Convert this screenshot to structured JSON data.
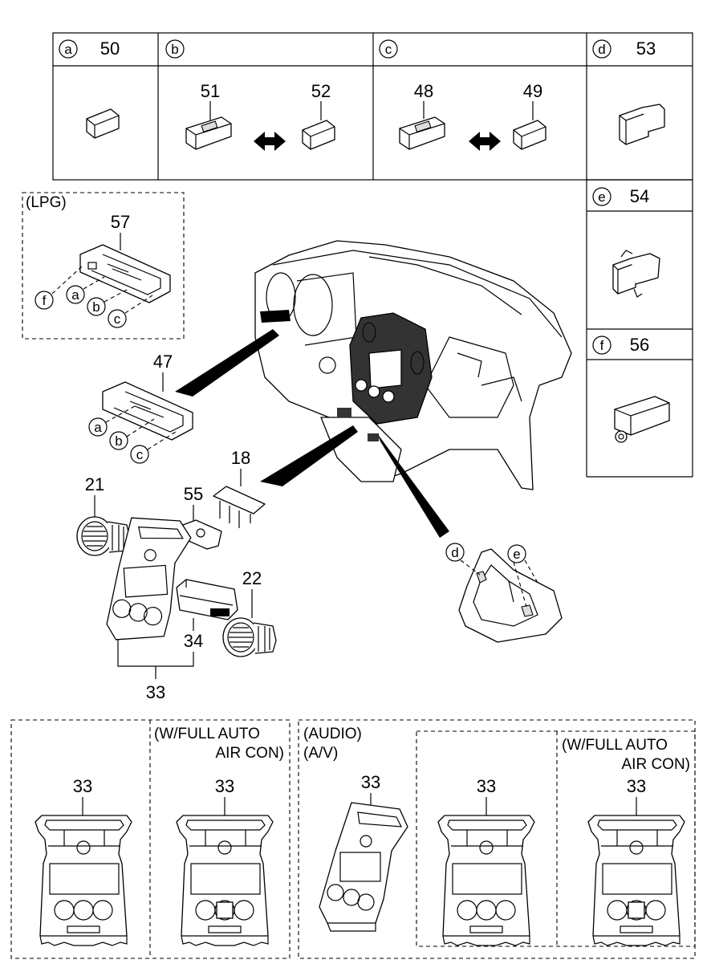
{
  "legend": {
    "cells": [
      {
        "letter": "a",
        "parts": [
          "50"
        ]
      },
      {
        "letter": "b",
        "parts": [
          "51",
          "52"
        ]
      },
      {
        "letter": "c",
        "parts": [
          "48",
          "49"
        ]
      },
      {
        "letter": "d",
        "parts": [
          "53"
        ]
      },
      {
        "letter": "e",
        "parts": [
          "54"
        ]
      },
      {
        "letter": "f",
        "parts": [
          "56"
        ]
      }
    ]
  },
  "lpg": {
    "note": "(LPG)",
    "part": "57",
    "callouts": [
      "f",
      "a",
      "b",
      "c"
    ]
  },
  "main": {
    "p47": "47",
    "callouts47": [
      "a",
      "b",
      "c"
    ],
    "p18": "18",
    "p21": "21",
    "p55": "55",
    "p22": "22",
    "p34": "34",
    "p33": "33",
    "console_callouts": [
      "d",
      "e"
    ]
  },
  "variants": [
    {
      "label": "33",
      "note": []
    },
    {
      "label": "33",
      "note": [
        "(W/FULL AUTO",
        "AIR CON)"
      ]
    },
    {
      "label": "33",
      "note": [
        "(AUDIO)",
        "(A/V)"
      ]
    },
    {
      "label": "33",
      "note": []
    },
    {
      "label": "33",
      "note": [
        "(W/FULL AUTO",
        "AIR CON)"
      ]
    }
  ]
}
